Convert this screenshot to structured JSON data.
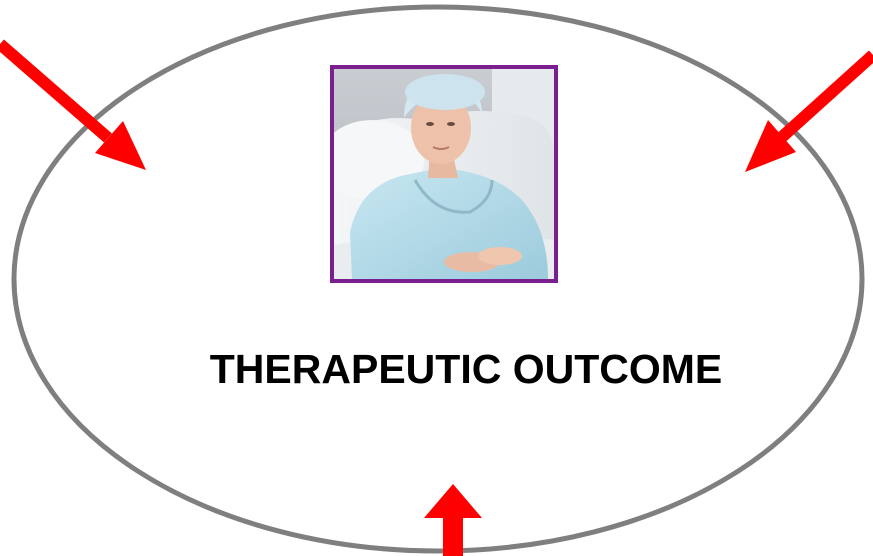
{
  "diagram": {
    "center_label": "THERAPEUTIC OUTCOME",
    "image": {
      "subject": "patient-resting-in-hospital-bed",
      "frame_color": "#7a1f8f"
    },
    "colors": {
      "ellipse_stroke": "#7f7f7f",
      "arrow": "#ff0000",
      "label": "#000000"
    },
    "arrows": [
      {
        "name": "arrow-from-top-left",
        "direction": "inward"
      },
      {
        "name": "arrow-from-top-right",
        "direction": "inward"
      },
      {
        "name": "arrow-from-bottom",
        "direction": "inward"
      }
    ]
  }
}
